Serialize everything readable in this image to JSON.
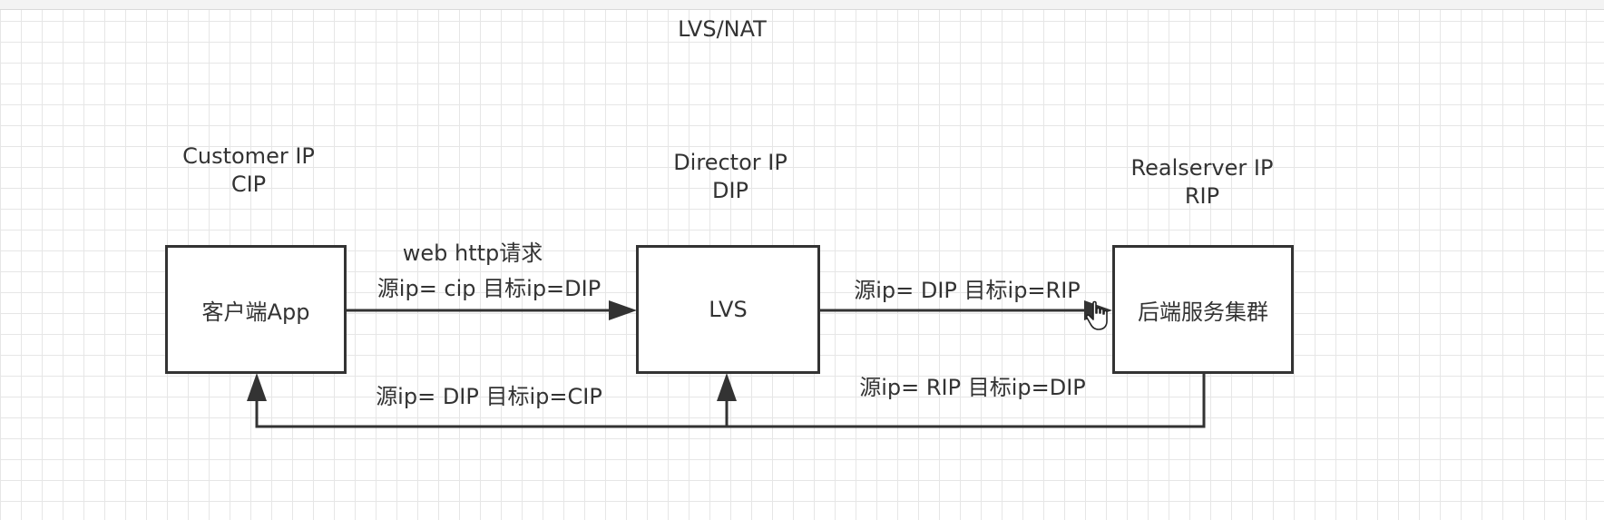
{
  "title": "LVS/NAT",
  "nodes": {
    "client": {
      "header_line1": "Customer IP",
      "header_line2": "CIP",
      "label": "客户端App"
    },
    "director": {
      "header_line1": "Director IP",
      "header_line2": "DIP",
      "label": "LVS"
    },
    "realserver": {
      "header_line1": "Realserver IP",
      "header_line2": "RIP",
      "label": "后端服务集群"
    }
  },
  "edges": {
    "client_to_lvs_line1": "web http请求",
    "client_to_lvs_line2": "源ip= cip 目标ip=DIP",
    "lvs_to_rs": "源ip= DIP 目标ip=RIP",
    "rs_to_lvs": "源ip= RIP 目标ip=DIP",
    "lvs_to_client": "源ip= DIP 目标ip=CIP"
  },
  "colors": {
    "line": "#333333",
    "grid": "#e6e6e6",
    "background": "#ffffff"
  }
}
